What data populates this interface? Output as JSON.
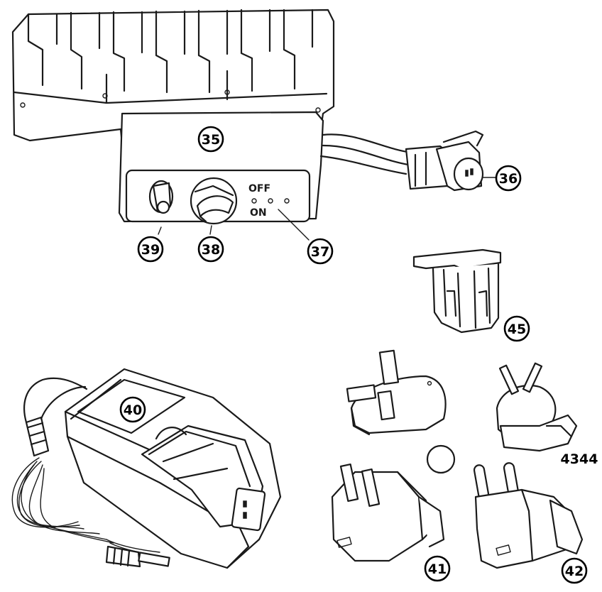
{
  "callouts": {
    "c35": "35",
    "c36": "36",
    "c37": "37",
    "c38": "38",
    "c39": "39",
    "c40": "40",
    "c41": "41",
    "c42": "42",
    "c43_44": "4344",
    "c45": "45"
  },
  "switch_labels": {
    "off": "OFF",
    "on": "ON"
  }
}
